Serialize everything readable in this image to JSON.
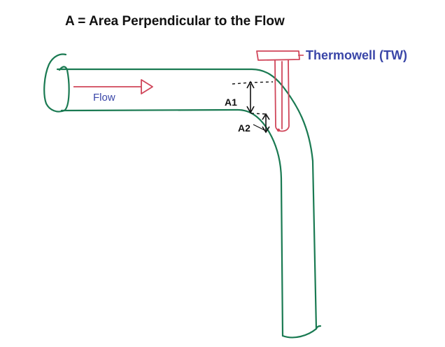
{
  "title": "A = Area Perpendicular to the Flow",
  "labels": {
    "thermowell": "Thermowell (TW)",
    "flow": "Flow",
    "a1": "A1",
    "a2": "A2"
  },
  "colors": {
    "pipe": "#1a7a52",
    "thermowell": "#d0465a",
    "flow_arrow": "#d0465a",
    "thermowell_label": "#3a46a8",
    "flow_label": "#3a46a8",
    "text": "#111111"
  }
}
